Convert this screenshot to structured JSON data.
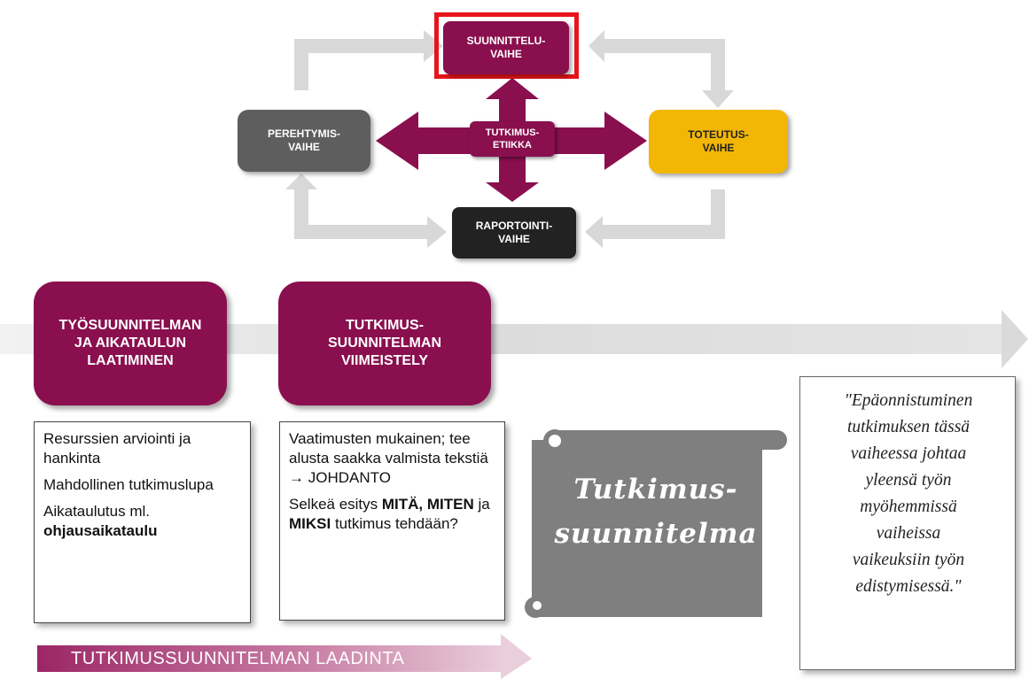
{
  "phases": {
    "suunnittelu": "SUUNNITTELU-\nVAIHE",
    "perehtymis": "PEREHTYMIS-\nVAIHE",
    "toteutus": "TOTEUTUS-\nVAIHE",
    "raportointi": "RAPORTOINTI-\nVAIHE",
    "ethics": "TUTKIMUS-\nETIIKKA"
  },
  "steps": {
    "tyosuunnitelma": "TYÖSUUNNITELMAN\nJA AIKATAULUN\nLAATIMINEN",
    "tutkimussuunnitelma": "TUTKIMUS-\nSUUNNITELMAN\nVIIMEISTELY"
  },
  "info_left": {
    "item1": "Resurssien arviointi ja hankinta",
    "item2": "Mahdollinen tutkimuslupa",
    "item3_prefix": "Aikataulutus ml.",
    "item3_bold": "ohjausaikataulu"
  },
  "info_right": {
    "line1": "Vaatimusten mukainen; tee alusta saakka valmista tekstiä → JOHDANTO",
    "line2_prefix": "Selkeä esitys ",
    "line2_bold1": "MITÄ, MITEN",
    "line2_mid": " ja ",
    "line2_bold2": "MIKSI",
    "line2_suffix": " tutkimus tehdään?"
  },
  "scroll": {
    "line1": "Tutkimus-",
    "line2": "suunnitelma"
  },
  "quote": "\"Epäonnistuminen\ntutkimuksen tässä\nvaiheessa johtaa\nyleensä työn\nmyöhemmissä\nvaiheissa\nvaikeuksiin työn\nedistymisessä.\"",
  "laadinta_label": "TUTKIMUSSUUNNITELMAN  LAADINTA",
  "colors": {
    "primary": "#8a0f4e",
    "highlight": "#e8141b",
    "toteutus": "#f2b705",
    "perehtymis": "#5e5e5e",
    "raportointi": "#222222",
    "scroll": "#7f7f7f",
    "arrow_gray": "#d8d8d8"
  }
}
